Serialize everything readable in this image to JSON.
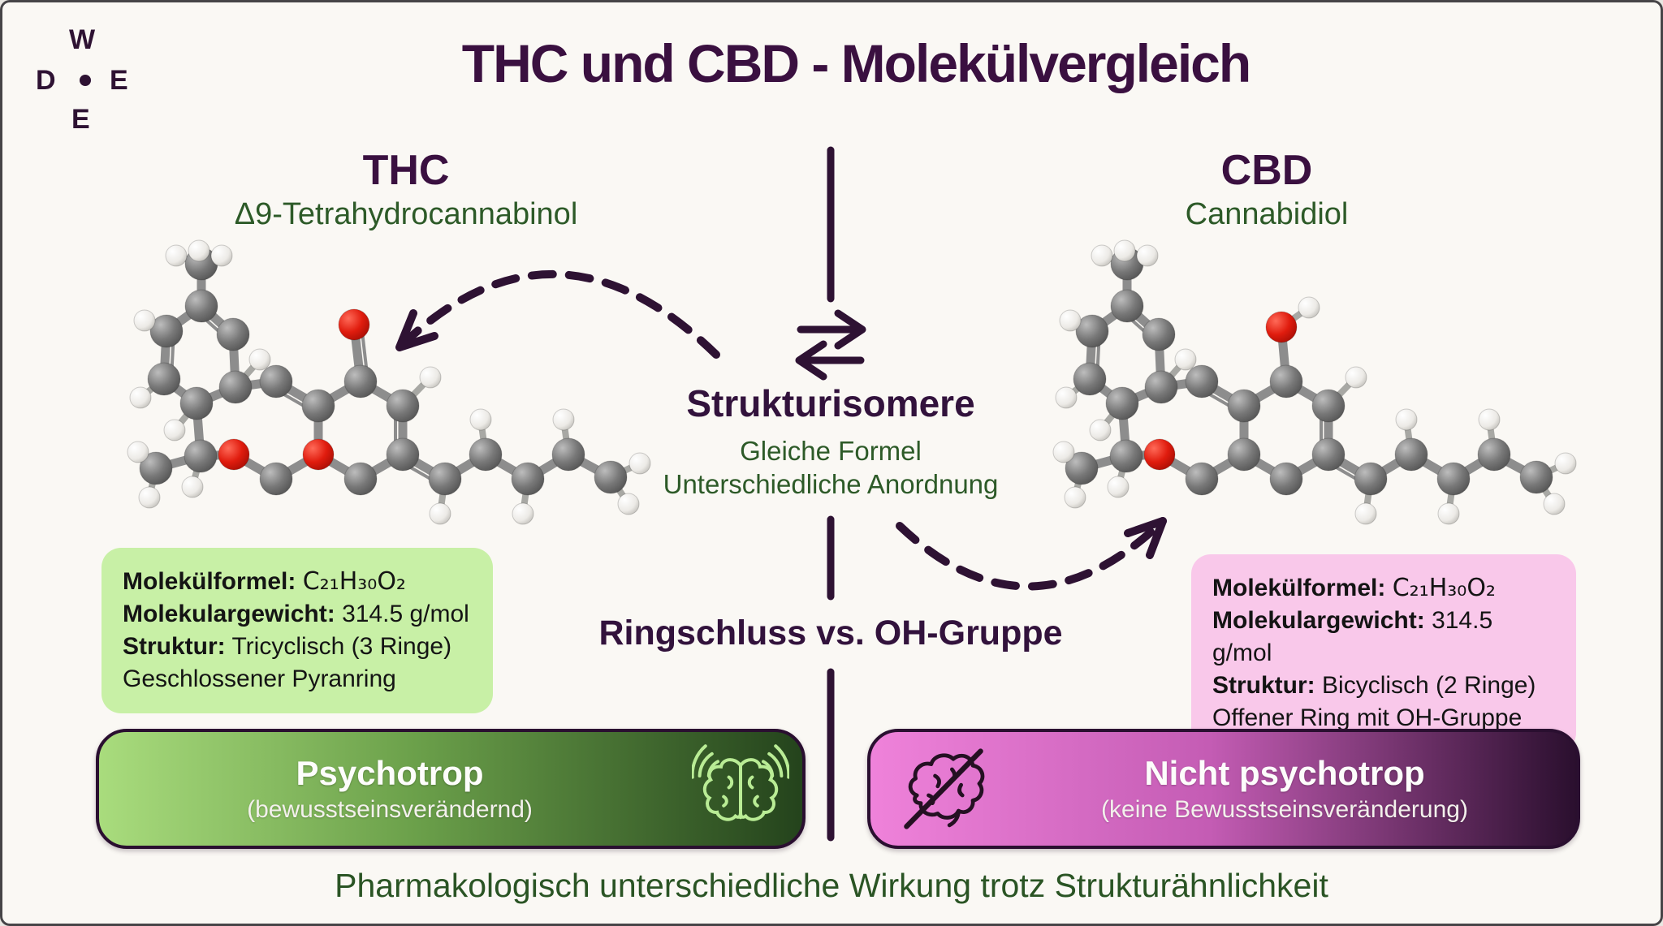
{
  "logo": {
    "top": "W",
    "left": "D",
    "right": "E",
    "bottom": "E"
  },
  "header": {
    "title": "THC und CBD - Molekülvergleich"
  },
  "thc": {
    "name": "THC",
    "subtitle": "Δ9-Tetrahydrocannabinol"
  },
  "cbd": {
    "name": "CBD",
    "subtitle": "Cannabidiol"
  },
  "center": {
    "isomer_title": "Strukturisomere",
    "isomer_line1": "Gleiche Formel",
    "isomer_line2": "Unterschiedliche Anordnung",
    "comparison": "Ringschluss vs. OH-Gruppe"
  },
  "thc_box": {
    "formula_label": "Molekülformel:",
    "formula": "C₂₁H₃₀O₂",
    "weight_label": "Molekulargewicht:",
    "weight": "314.5 g/mol",
    "structure_label": "Struktur:",
    "structure": "Tricyclisch (3 Ringe)",
    "extra": "Geschlossener Pyranring"
  },
  "cbd_box": {
    "formula_label": "Molekülformel:",
    "formula": "C₂₁H₃₀O₂",
    "weight_label": "Molekulargewicht:",
    "weight": "314.5 g/mol",
    "structure_label": "Struktur:",
    "structure": "Bicyclisch (2 Ringe)",
    "extra": "Offener Ring mit OH-Gruppe"
  },
  "banners": {
    "thc": {
      "title": "Psychotrop",
      "subtitle": "(bewusstseinsverändernd)",
      "icon": "brain-waves-icon"
    },
    "cbd": {
      "title": "Nicht psychotrop",
      "subtitle": "(keine Bewusstseinsveränderung)",
      "icon": "brain-slash-icon"
    }
  },
  "footer": {
    "text": "Pharmakologisch unterschiedliche Wirkung trotz Strukturähnlichkeit"
  },
  "colors": {
    "background": "#faf8f4",
    "title_purple": "#3a1040",
    "accent_purple": "#2e1233",
    "green_text": "#2d5a28",
    "box_green": "#c8f0a6",
    "box_pink": "#f9c8ea",
    "banner_green_light": "#a9dc7d",
    "banner_green_dark": "#24431c",
    "banner_pink_light": "#ef82da",
    "banner_purple_dark": "#2a0f2e",
    "atom_carbon": "#7a7a7a",
    "atom_hydrogen": "#e8e8e5",
    "atom_oxygen": "#dd1f12"
  },
  "molecules": {
    "thc": {
      "atoms": [
        [
          "C",
          108,
          82
        ],
        [
          "C",
          147,
          117
        ],
        [
          "C",
          150,
          182
        ],
        [
          "C",
          102,
          202
        ],
        [
          "C",
          62,
          172
        ],
        [
          "C",
          65,
          113
        ],
        [
          "C",
          108,
          30
        ],
        [
          "H",
          77,
          20
        ],
        [
          "H",
          105,
          14
        ],
        [
          "H",
          133,
          20
        ],
        [
          "H",
          38,
          100
        ],
        [
          "H",
          33,
          195
        ],
        [
          "H",
          180,
          148
        ],
        [
          "H",
          75,
          235
        ],
        [
          "C",
          107,
          267
        ],
        [
          "C",
          52,
          282
        ],
        [
          "H",
          30,
          262
        ],
        [
          "H",
          44,
          318
        ],
        [
          "H",
          97,
          305
        ],
        [
          "O",
          148,
          265
        ],
        [
          "C",
          200,
          295
        ],
        [
          "O",
          252,
          265
        ],
        [
          "C",
          200,
          175
        ],
        [
          "C",
          252,
          205
        ],
        [
          "C",
          304,
          175
        ],
        [
          "C",
          356,
          205
        ],
        [
          "H",
          390,
          170
        ],
        [
          "C",
          356,
          265
        ],
        [
          "C",
          304,
          295
        ],
        [
          "O",
          296,
          105
        ],
        [
          "C",
          408,
          295
        ],
        [
          "H",
          402,
          338
        ],
        [
          "C",
          458,
          265
        ],
        [
          "H",
          452,
          222
        ],
        [
          "C",
          510,
          295
        ],
        [
          "H",
          504,
          338
        ],
        [
          "C",
          560,
          265
        ],
        [
          "H",
          554,
          222
        ],
        [
          "C",
          612,
          293
        ],
        [
          "H",
          648,
          276
        ],
        [
          "H",
          634,
          326
        ]
      ],
      "bonds": [
        [
          0,
          1
        ],
        [
          1,
          2
        ],
        [
          2,
          3
        ],
        [
          3,
          4
        ],
        [
          4,
          5
        ],
        [
          5,
          0
        ],
        [
          6,
          0
        ],
        [
          6,
          7
        ],
        [
          6,
          8
        ],
        [
          6,
          9
        ],
        [
          5,
          10
        ],
        [
          4,
          11
        ],
        [
          2,
          12
        ],
        [
          3,
          13
        ],
        [
          3,
          14
        ],
        [
          14,
          15
        ],
        [
          15,
          16
        ],
        [
          15,
          17
        ],
        [
          14,
          18
        ],
        [
          14,
          19
        ],
        [
          19,
          20
        ],
        [
          20,
          21
        ],
        [
          2,
          22
        ],
        [
          22,
          23
        ],
        [
          23,
          21
        ],
        [
          23,
          24
        ],
        [
          24,
          25
        ],
        [
          25,
          26
        ],
        [
          25,
          27
        ],
        [
          27,
          28
        ],
        [
          28,
          21
        ],
        [
          24,
          29
        ],
        [
          27,
          30
        ],
        [
          30,
          31
        ],
        [
          30,
          32
        ],
        [
          32,
          33
        ],
        [
          32,
          34
        ],
        [
          34,
          35
        ],
        [
          34,
          36
        ],
        [
          36,
          37
        ],
        [
          36,
          38
        ],
        [
          38,
          39
        ],
        [
          38,
          40
        ]
      ],
      "doubles": [
        [
          4,
          5
        ],
        [
          0,
          1
        ],
        [
          22,
          23
        ],
        [
          24,
          29
        ],
        [
          25,
          27
        ],
        [
          27,
          30
        ]
      ]
    },
    "cbd": {
      "atoms": [
        [
          "C",
          108,
          82
        ],
        [
          "C",
          147,
          117
        ],
        [
          "C",
          150,
          182
        ],
        [
          "C",
          102,
          202
        ],
        [
          "C",
          62,
          172
        ],
        [
          "C",
          65,
          113
        ],
        [
          "C",
          108,
          30
        ],
        [
          "H",
          77,
          20
        ],
        [
          "H",
          105,
          14
        ],
        [
          "H",
          133,
          20
        ],
        [
          "H",
          38,
          100
        ],
        [
          "H",
          33,
          195
        ],
        [
          "H",
          180,
          148
        ],
        [
          "H",
          75,
          235
        ],
        [
          "C",
          107,
          267
        ],
        [
          "C",
          52,
          282
        ],
        [
          "H",
          30,
          262
        ],
        [
          "H",
          44,
          318
        ],
        [
          "H",
          97,
          305
        ],
        [
          "O",
          148,
          265
        ],
        [
          "C",
          200,
          295
        ],
        [
          "C",
          252,
          265
        ],
        [
          "C",
          200,
          175
        ],
        [
          "C",
          252,
          205
        ],
        [
          "C",
          304,
          175
        ],
        [
          "C",
          356,
          205
        ],
        [
          "H",
          390,
          170
        ],
        [
          "C",
          356,
          265
        ],
        [
          "C",
          304,
          295
        ],
        [
          "O",
          298,
          108
        ],
        [
          "C",
          408,
          295
        ],
        [
          "H",
          402,
          338
        ],
        [
          "C",
          458,
          265
        ],
        [
          "H",
          452,
          222
        ],
        [
          "C",
          510,
          295
        ],
        [
          "H",
          504,
          338
        ],
        [
          "C",
          560,
          265
        ],
        [
          "H",
          554,
          222
        ],
        [
          "C",
          612,
          293
        ],
        [
          "H",
          648,
          276
        ],
        [
          "H",
          634,
          326
        ],
        [
          "H",
          332,
          84
        ]
      ],
      "bonds": [
        [
          0,
          1
        ],
        [
          1,
          2
        ],
        [
          2,
          3
        ],
        [
          3,
          4
        ],
        [
          4,
          5
        ],
        [
          5,
          0
        ],
        [
          6,
          0
        ],
        [
          6,
          7
        ],
        [
          6,
          8
        ],
        [
          6,
          9
        ],
        [
          5,
          10
        ],
        [
          4,
          11
        ],
        [
          2,
          12
        ],
        [
          3,
          13
        ],
        [
          3,
          14
        ],
        [
          14,
          15
        ],
        [
          15,
          16
        ],
        [
          15,
          17
        ],
        [
          14,
          18
        ],
        [
          14,
          19
        ],
        [
          19,
          20
        ],
        [
          20,
          21
        ],
        [
          2,
          22
        ],
        [
          22,
          23
        ],
        [
          23,
          21
        ],
        [
          23,
          24
        ],
        [
          24,
          25
        ],
        [
          25,
          26
        ],
        [
          25,
          27
        ],
        [
          27,
          28
        ],
        [
          28,
          21
        ],
        [
          24,
          29
        ],
        [
          27,
          30
        ],
        [
          30,
          31
        ],
        [
          30,
          32
        ],
        [
          32,
          33
        ],
        [
          32,
          34
        ],
        [
          34,
          35
        ],
        [
          34,
          36
        ],
        [
          36,
          37
        ],
        [
          36,
          38
        ],
        [
          38,
          39
        ],
        [
          38,
          40
        ],
        [
          29,
          41
        ]
      ],
      "doubles": [
        [
          4,
          5
        ],
        [
          0,
          1
        ],
        [
          22,
          23
        ],
        [
          25,
          27
        ],
        [
          27,
          30
        ]
      ]
    }
  }
}
